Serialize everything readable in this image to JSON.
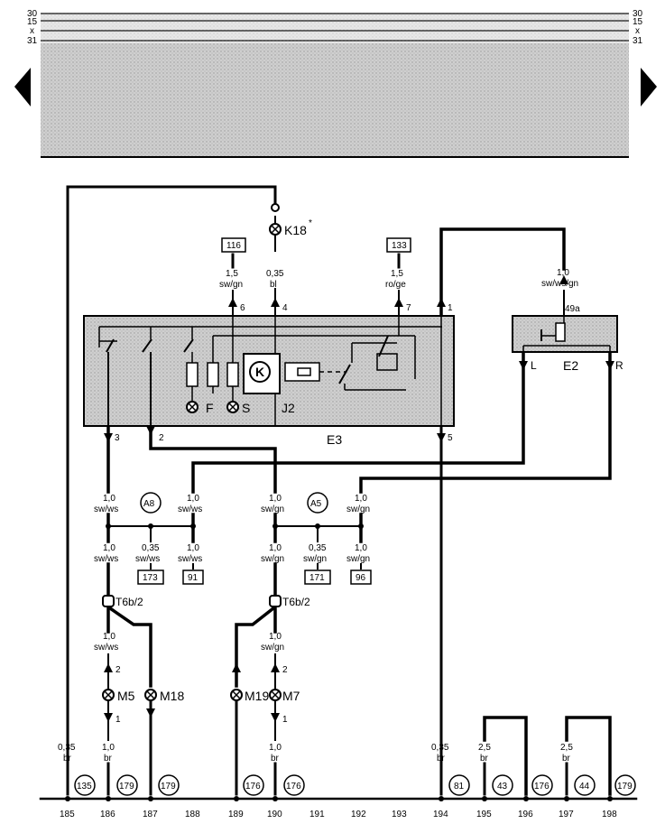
{
  "rails": {
    "left": [
      "30",
      "15",
      "x",
      "31"
    ],
    "right": [
      "30",
      "15",
      "x",
      "31"
    ]
  },
  "fuse_refs": {
    "top_left": "116",
    "top_right": "133"
  },
  "components": {
    "k18": "K18",
    "k18_star": "*",
    "f_lamp": "F",
    "s_lamp": "S",
    "j2": "J2",
    "e3": "E3",
    "e2": "E2",
    "e2_pin_top": "49a",
    "e2_pin_l": "L",
    "e2_pin_r": "R",
    "a8": "A8",
    "a5": "A5",
    "t6b_left": "T6b/2",
    "t6b_right": "T6b/2",
    "m5": "M5",
    "m18": "M18",
    "m19": "M19",
    "m7": "M7"
  },
  "pins": {
    "e3_6": "6",
    "e3_4": "4",
    "e3_7": "7",
    "e3_1": "1",
    "e3_3": "3",
    "e3_2": "2",
    "e3_5": "5",
    "m5_2": "2",
    "m5_1": "1",
    "m7_2": "2",
    "m7_1": "1"
  },
  "wires": {
    "w116_size": "1,5",
    "w116_color": "sw/gn",
    "wK18_size": "0,35",
    "wK18_color": "bl",
    "w133_size": "1,5",
    "w133_color": "ro/ge",
    "wE2_size": "1,0",
    "wE2_color": "sw/ws/gn",
    "a8_left_size": "1,0",
    "a8_left_color": "sw/ws",
    "a8_right_size": "1,0",
    "a8_right_color": "sw/ws",
    "a5_left_size": "1,0",
    "a5_left_color": "sw/gn",
    "a5_right_size": "1,0",
    "a5_right_color": "sw/gn",
    "b1_size": "1,0",
    "b1_color": "sw/ws",
    "b2_size": "0,35",
    "b2_color": "sw/ws",
    "b3_size": "1,0",
    "b3_color": "sw/ws",
    "b4_size": "1,0",
    "b4_color": "sw/gn",
    "b5_size": "0,35",
    "b5_color": "sw/gn",
    "b6_size": "1,0",
    "b6_color": "sw/gn",
    "c1_size": "1,0",
    "c1_color": "sw/ws",
    "c2_size": "1,0",
    "c2_color": "sw/gn",
    "g185_size": "0,35",
    "g185_color": "br",
    "g186_size": "1,0",
    "g186_color": "br",
    "g190_size": "1,0",
    "g190_color": "br",
    "g194_size": "0,35",
    "g194_color": "br",
    "g195_size": "2,5",
    "g195_color": "br",
    "g197_size": "2,5",
    "g197_color": "br"
  },
  "refs": {
    "r173": "173",
    "r91": "91",
    "r171": "171",
    "r96": "96"
  },
  "circles": {
    "c135": "135",
    "c179a": "179",
    "c179b": "179",
    "c176a": "176",
    "c176b": "176",
    "c81": "81",
    "c43": "43",
    "c176c": "176",
    "c44": "44",
    "c179c": "179"
  },
  "bottom_numbers": [
    "185",
    "186",
    "187",
    "188",
    "189",
    "190",
    "191",
    "192",
    "193",
    "194",
    "195",
    "196",
    "197",
    "198"
  ]
}
